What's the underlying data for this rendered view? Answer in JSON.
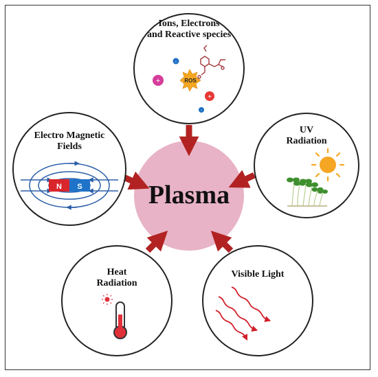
{
  "center": {
    "label": "Plasma",
    "color": "#e8b3c6"
  },
  "nodes": {
    "ions": {
      "line1": "Ions, Electrons",
      "line2": "and Reactive species",
      "ros_label": "ROS"
    },
    "uv": {
      "line1": "UV",
      "line2": "Radiation"
    },
    "emf": {
      "line1": "Electro Magnetic",
      "line2": "Fields",
      "north": "N",
      "south": "S"
    },
    "heat": {
      "line1": "Heat",
      "line2": "Radiation"
    },
    "visible": {
      "line1": "Visible Light"
    }
  },
  "colors": {
    "arrow": "#b22222",
    "circle_border": "#222222",
    "magnet_north": "#d9262c",
    "magnet_south": "#1f73c9",
    "field_lines": "#2a5ea8",
    "sun": "#f5a623",
    "plant": "#3f8f2f"
  },
  "icons": [
    "ros-molecule-icon",
    "magnet-icon",
    "sun-icon",
    "plant-icon",
    "thermometer-icon",
    "wavy-light-icon"
  ]
}
